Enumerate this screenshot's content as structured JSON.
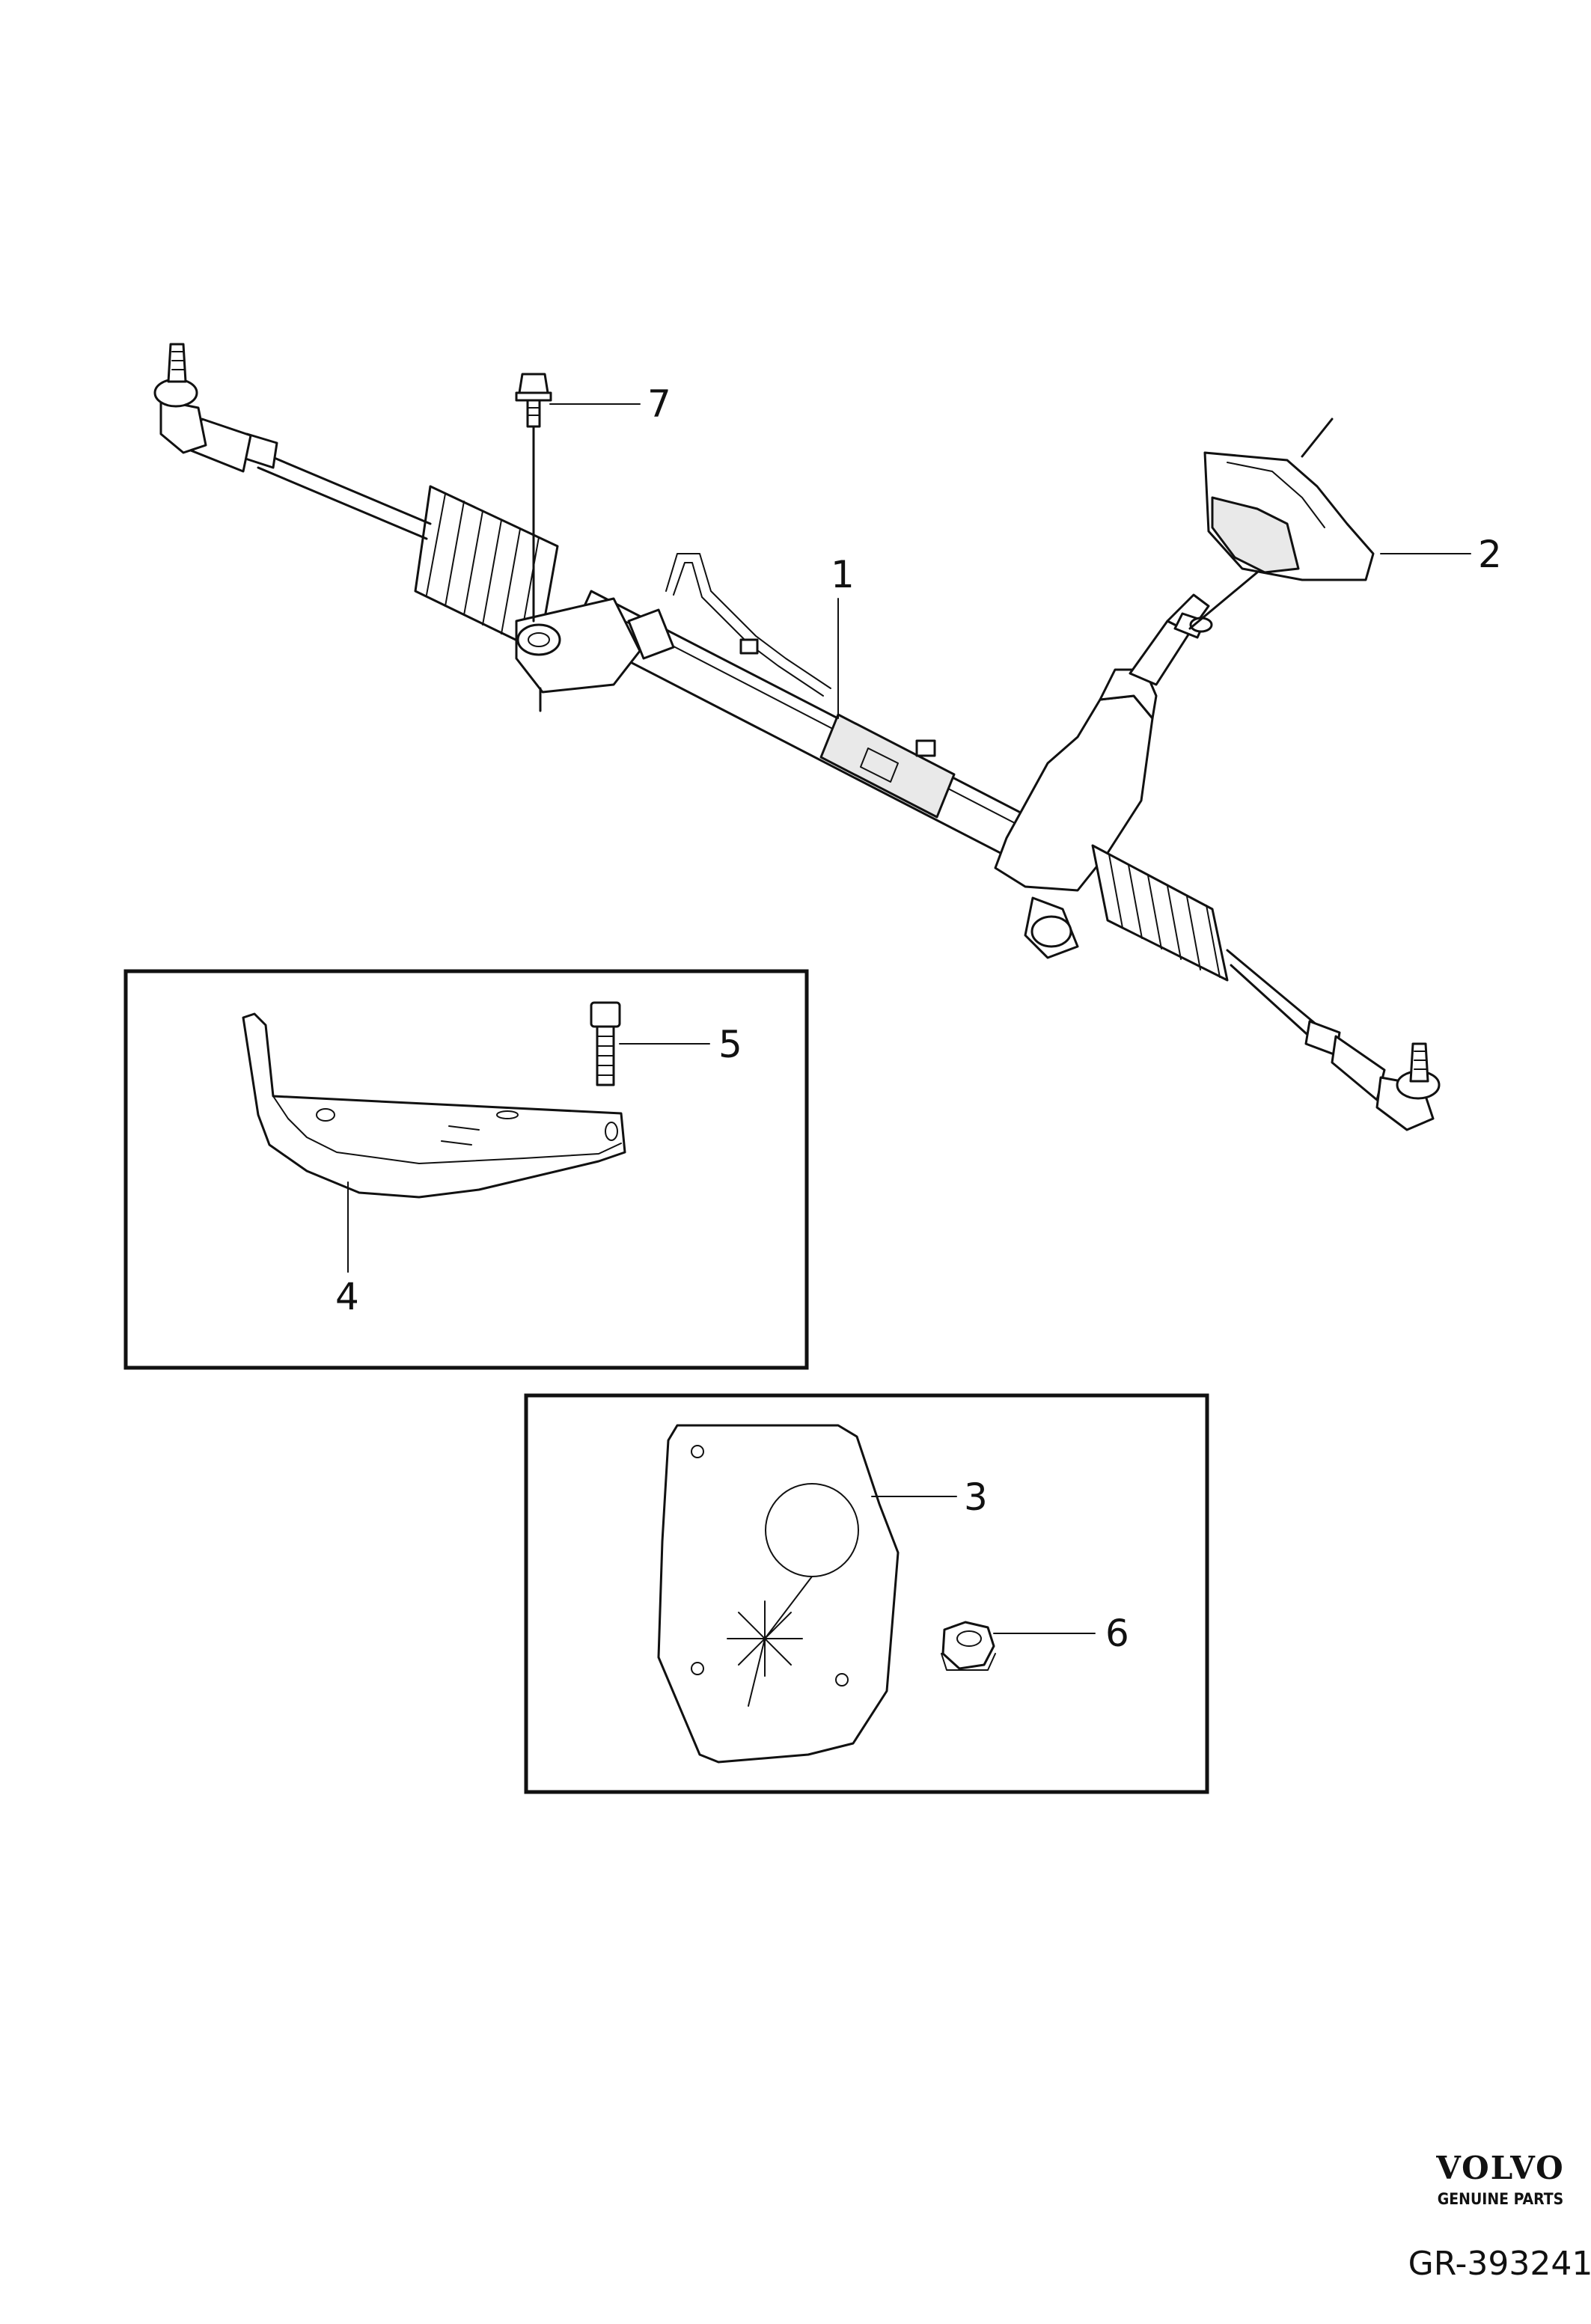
{
  "callouts": [
    {
      "id": "1",
      "label": "1"
    },
    {
      "id": "2",
      "label": "2"
    },
    {
      "id": "3",
      "label": "3"
    },
    {
      "id": "4",
      "label": "4"
    },
    {
      "id": "5",
      "label": "5"
    },
    {
      "id": "6",
      "label": "6"
    },
    {
      "id": "7",
      "label": "7"
    }
  ],
  "brand": {
    "name": "VOLVO",
    "tagline": "GENUINE PARTS"
  },
  "reference_code": "GR-393241"
}
